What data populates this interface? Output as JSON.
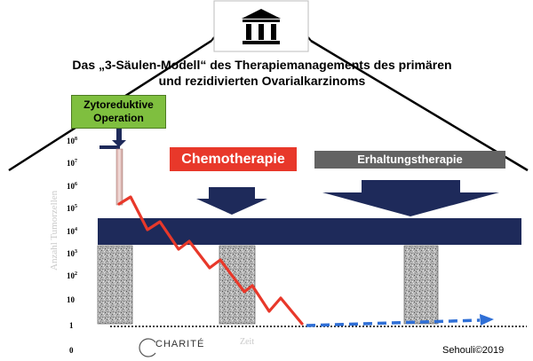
{
  "title": {
    "line1": "Das „3-Säulen-Modell“ des Therapiemanagements des primären",
    "line2": "und rezidivierten Ovarialkarzinoms"
  },
  "labels": {
    "surgery": "Zytoreduktive Operation",
    "chemo": "Chemotherapie",
    "maintenance": "Erhaltungstherapie",
    "y_axis": "Anzahl Tumorzellen",
    "x_axis": "Zeit",
    "logo": "CHARITÉ",
    "copyright": "Sehouli©2019"
  },
  "y_ticks": [
    {
      "base": "10",
      "exp": "8"
    },
    {
      "base": "10",
      "exp": "7"
    },
    {
      "base": "10",
      "exp": "6"
    },
    {
      "base": "10",
      "exp": "5"
    },
    {
      "base": "10",
      "exp": "4"
    },
    {
      "base": "10",
      "exp": "3"
    },
    {
      "base": "10",
      "exp": "2"
    },
    {
      "base": "10",
      "exp": ""
    },
    {
      "base": "1",
      "exp": ""
    },
    {
      "base": "0",
      "exp": ""
    }
  ],
  "colors": {
    "roof": "#000000",
    "beam": "#1e2a5a",
    "arrow": "#1e2a5a",
    "chemo": "#e8382a",
    "maintenance": "#636363",
    "surgery": "#7fbf3f",
    "tumor_line": "#e8382a",
    "future_line": "#2f6fd6",
    "pillar": "#9a9a9a"
  },
  "icons": {
    "building": "building-columns-icon",
    "logo": "charite-logo"
  }
}
